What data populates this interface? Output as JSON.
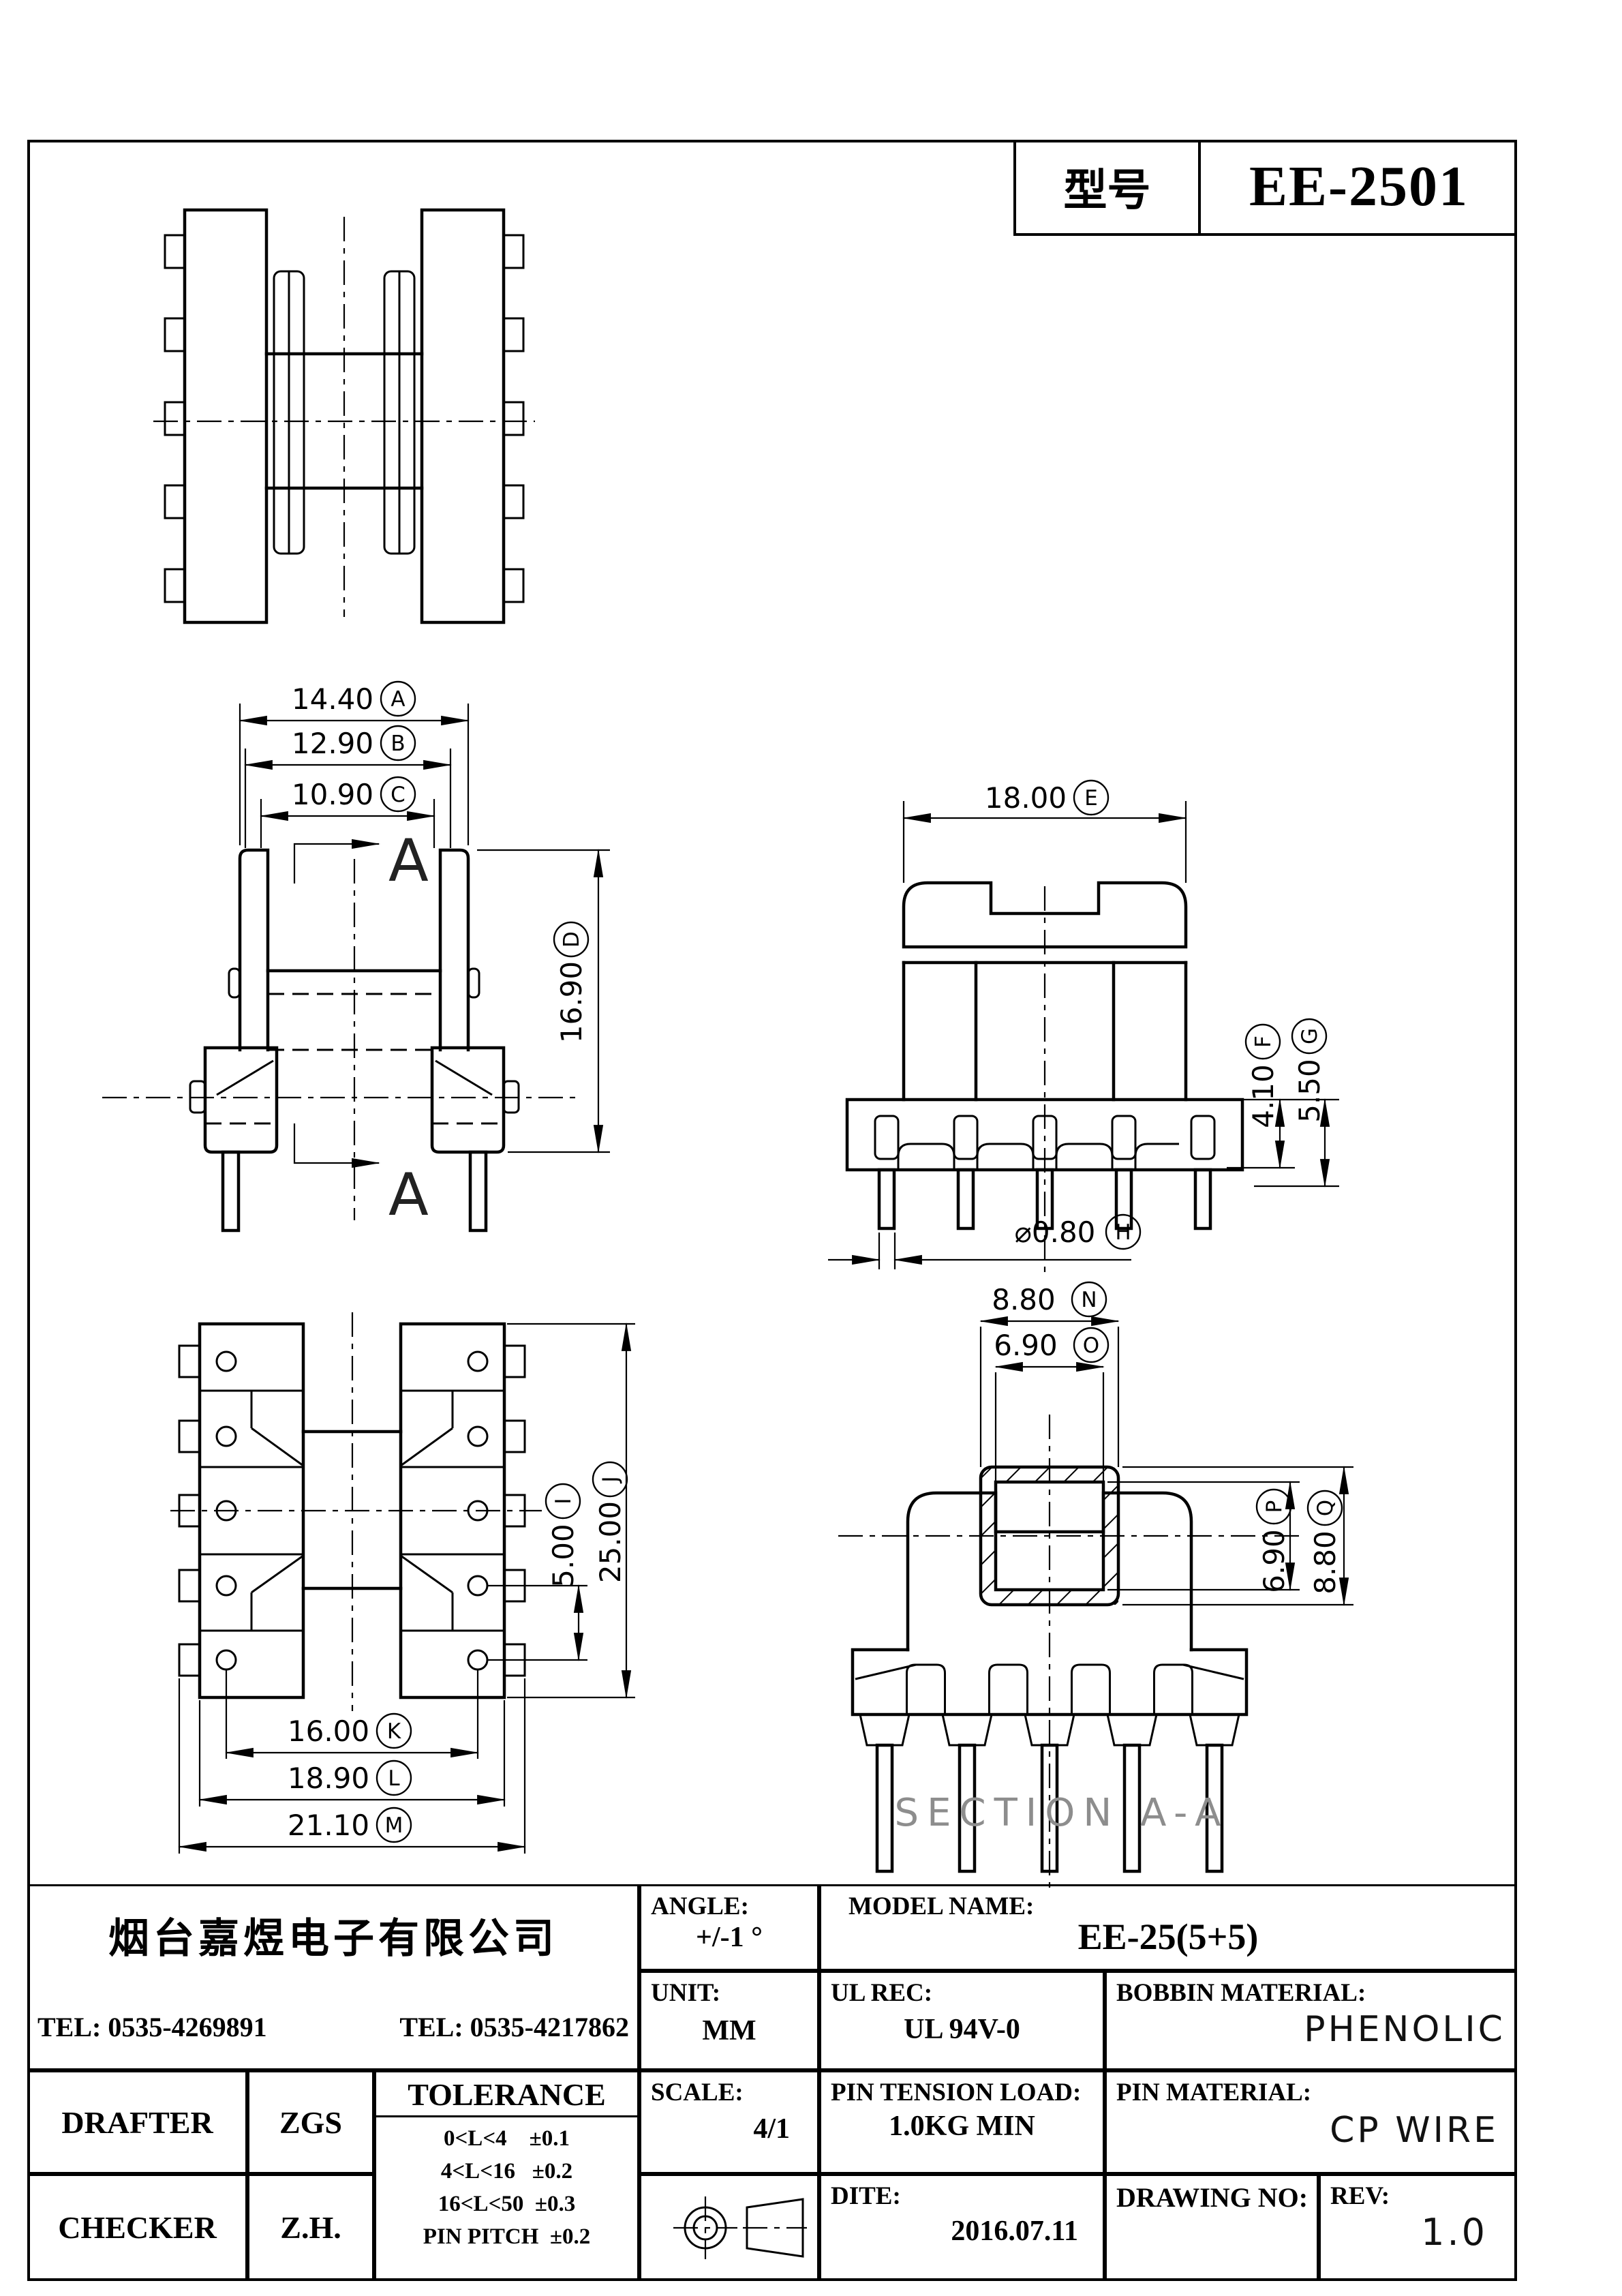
{
  "model_box": {
    "label": "型号",
    "value": "EE-2501"
  },
  "dims": {
    "a": {
      "value": "14.40",
      "letter": "A"
    },
    "b": {
      "value": "12.90",
      "letter": "B"
    },
    "c": {
      "value": "10.90",
      "letter": "C"
    },
    "d": {
      "value": "16.90",
      "letter": "D"
    },
    "e": {
      "value": "18.00",
      "letter": "E"
    },
    "f": {
      "value": "4.10",
      "letter": "F"
    },
    "g": {
      "value": "5.50",
      "letter": "G"
    },
    "h": {
      "value": "⌀0.80",
      "letter": "H"
    },
    "i": {
      "value": "5.00",
      "letter": "I"
    },
    "j": {
      "value": "25.00",
      "letter": "J"
    },
    "k": {
      "value": "16.00",
      "letter": "K"
    },
    "l": {
      "value": "18.90",
      "letter": "L"
    },
    "m": {
      "value": "21.10",
      "letter": "M"
    },
    "n": {
      "value": "8.80",
      "letter": "N"
    },
    "o": {
      "value": "6.90",
      "letter": "O"
    },
    "p": {
      "value": "6.90",
      "letter": "P"
    },
    "q": {
      "value": "8.80",
      "letter": "Q"
    }
  },
  "section": {
    "arrow_letter": "A",
    "caption": "SECTION A-A"
  },
  "title_block": {
    "company": "烟台嘉煜电子有限公司",
    "tel1": "TEL: 0535-4269891",
    "tel2": "TEL: 0535-4217862",
    "angle_label": "ANGLE:",
    "angle_value": "+/-1 °",
    "unit_label": "UNIT:",
    "unit_value": "MM",
    "scale_label": "SCALE:",
    "scale_value": "4/1",
    "model_label": "MODEL NAME:",
    "model_value": "EE-25(5+5)",
    "ul_label": "UL REC:",
    "ul_value": "UL 94V-0",
    "pin_tension_label": "PIN TENSION LOAD:",
    "pin_tension_value": "1.0KG MIN",
    "dite_label": "DITE:",
    "dite_value": "2016.07.11",
    "bobbin_label": "BOBBIN MATERIAL:",
    "bobbin_value": "PHENOLIC",
    "pin_material_label": "PIN MATERIAL:",
    "pin_material_value": "CP WIRE",
    "drawing_no_label": "DRAWING NO:",
    "rev_label": "REV:",
    "rev_value": "1.0",
    "drafter_label": "DRAFTER",
    "drafter_value": "ZGS",
    "checker_label": "CHECKER",
    "checker_value": "Z.H.",
    "tolerance_title": "TOLERANCE",
    "tolerance_rows": [
      "0<L<4    ±0.1",
      "4<L<16   ±0.2",
      "16<L<50  ±0.3",
      "PIN PITCH  ±0.2"
    ]
  }
}
